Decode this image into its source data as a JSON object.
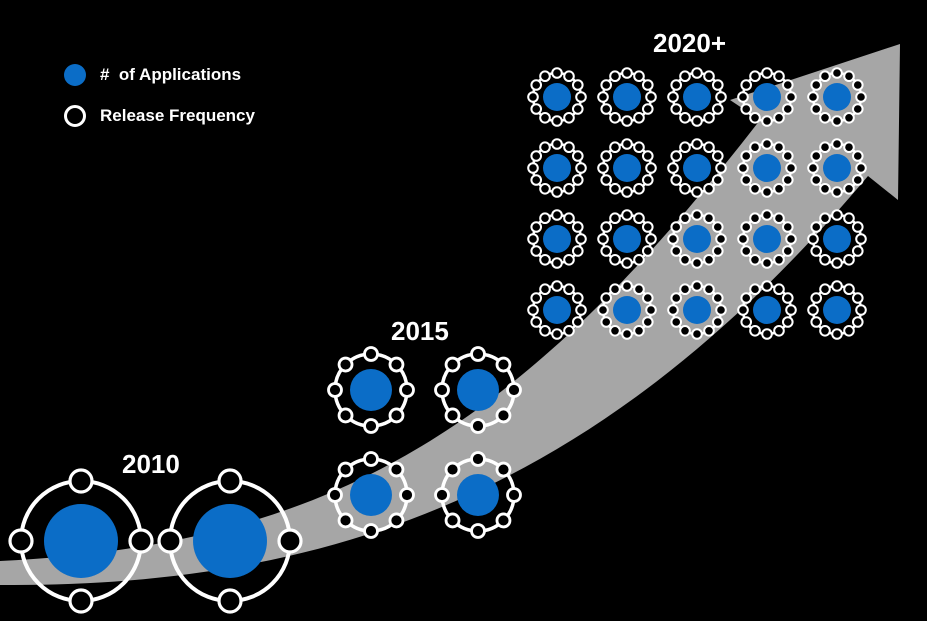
{
  "colors": {
    "background": "#000000",
    "arrow": "#a6a6a6",
    "app_fill": "#0b6dc7",
    "ring": "#ffffff"
  },
  "legend": {
    "items": [
      {
        "icon": "filled-blue-circle-icon",
        "label": "#  of Applications"
      },
      {
        "icon": "hollow-white-circle-icon",
        "label": "Release Frequency"
      }
    ]
  },
  "eras": [
    {
      "label": "2010",
      "applications": 2,
      "release_dots_per_app": 4
    },
    {
      "label": "2015",
      "applications": 4,
      "release_dots_per_app": 8
    },
    {
      "label": "2020+",
      "applications": 20,
      "release_dots_per_app": 12
    }
  ]
}
